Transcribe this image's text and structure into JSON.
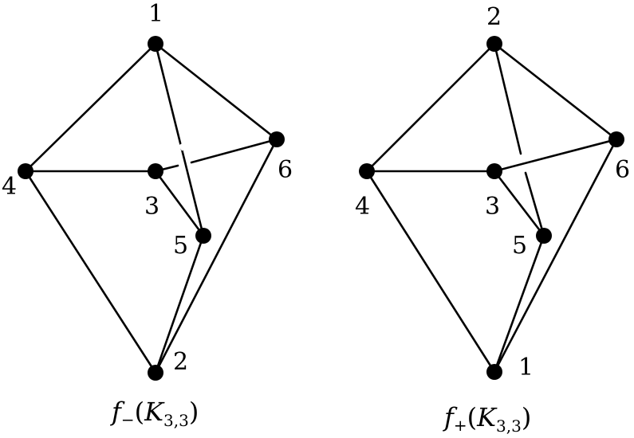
{
  "diagrams": [
    {
      "id": "left",
      "caption": {
        "f": "f",
        "sign": "−",
        "open": "(",
        "K": "K",
        "sub": "3,3",
        "close": ")"
      },
      "vertices": [
        {
          "id": "1",
          "label": "1"
        },
        {
          "id": "2",
          "label": "2"
        },
        {
          "id": "3",
          "label": "3"
        },
        {
          "id": "4",
          "label": "4"
        },
        {
          "id": "5",
          "label": "5"
        },
        {
          "id": "6",
          "label": "6"
        }
      ]
    },
    {
      "id": "right",
      "caption": {
        "f": "f",
        "sign": "+",
        "open": "(",
        "K": "K",
        "sub": "3,3",
        "close": ")"
      },
      "vertices": [
        {
          "id": "1",
          "label": "1"
        },
        {
          "id": "2",
          "label": "2"
        },
        {
          "id": "3",
          "label": "3"
        },
        {
          "id": "4",
          "label": "4"
        },
        {
          "id": "5",
          "label": "5"
        },
        {
          "id": "6",
          "label": "6"
        }
      ]
    }
  ],
  "colors": {
    "ink": "#000000",
    "background": "#ffffff"
  }
}
